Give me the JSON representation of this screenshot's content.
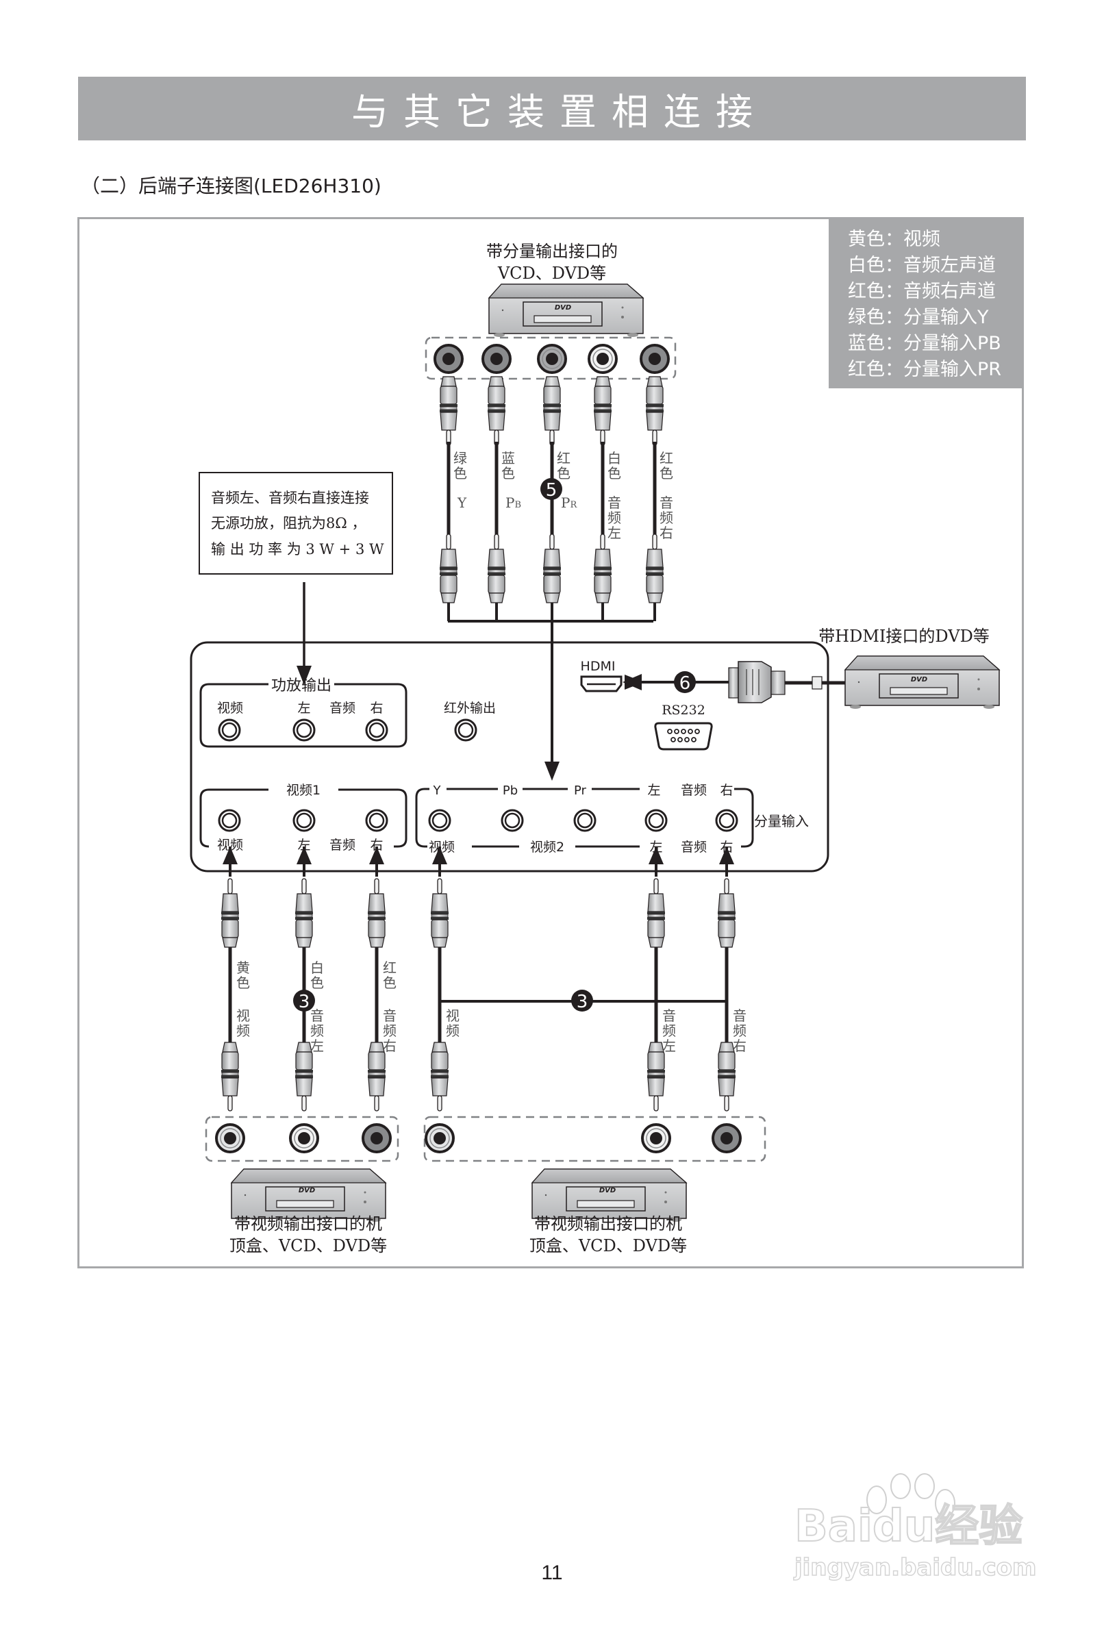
{
  "header": {
    "title": "与其它装置相连接"
  },
  "subtitle": "（二）后端子连接图(LED26H310)",
  "legend": {
    "items": [
      "黄色：视频",
      "白色：音频左声道",
      "红色：音频右声道",
      "绿色：分量输入Y",
      "蓝色：分量输入PB",
      "红色：分量输入PR"
    ]
  },
  "devices": {
    "component_source": {
      "line1": "带分量输出接口的",
      "line2": "VCD、DVD等",
      "logo": "DVD"
    },
    "hdmi_source": {
      "line1": "带HDMI接口的DVD等",
      "logo": "DVD"
    },
    "av_source_1": {
      "line1": "带视频输出接口的机",
      "line2": "顶盒、VCD、DVD等",
      "logo": "DVD"
    },
    "av_source_2": {
      "line1": "带视频输出接口的机",
      "line2": "顶盒、VCD、DVD等",
      "logo": "DVD"
    }
  },
  "note_box": {
    "line1": "音频左、音频右直接连接",
    "line2": "无源功放，阻抗为8Ω ，",
    "line3": "输 出 功 率 为 3 W + 3 W"
  },
  "component_cables": [
    {
      "color_label": "绿色",
      "signal": "Y"
    },
    {
      "color_label": "蓝色",
      "signal": "PB"
    },
    {
      "color_label": "红色",
      "signal": "PR"
    },
    {
      "color_label": "白色",
      "signal": "音频左"
    },
    {
      "color_label": "红色",
      "signal": "音频右"
    }
  ],
  "cable_badges": {
    "component": "5",
    "hdmi": "6",
    "av1": "3",
    "av2": "3"
  },
  "tv_panel": {
    "amp_output": {
      "title": "功放输出",
      "video": "视频",
      "left": "左",
      "audio": "音频",
      "right": "右"
    },
    "ir_output": "红外输出",
    "hdmi": "HDMI",
    "rs232": "RS232",
    "video1": {
      "title": "视频1",
      "video": "视频",
      "left": "左",
      "audio": "音频",
      "right": "右"
    },
    "component": {
      "y": "Y",
      "pb": "Pb",
      "pr": "Pr",
      "left": "左",
      "audio": "音频",
      "right": "右",
      "side_label": "分量输入"
    },
    "video2": {
      "title": "视频2",
      "video": "视频",
      "left": "左",
      "audio": "音频",
      "right": "右"
    }
  },
  "av_cables_1": [
    {
      "color_label": "黄色",
      "signal": "视频"
    },
    {
      "color_label": "白色",
      "signal": "音频左"
    },
    {
      "color_label": "红色",
      "signal": "音频右"
    }
  ],
  "av_cables_2": [
    {
      "signal": "视频"
    },
    {
      "signal": "音频左"
    },
    {
      "signal": "音频右"
    }
  ],
  "page_number": "11",
  "watermark": {
    "brand": "Baidu经验",
    "url": "jingyan.baidu.com"
  }
}
